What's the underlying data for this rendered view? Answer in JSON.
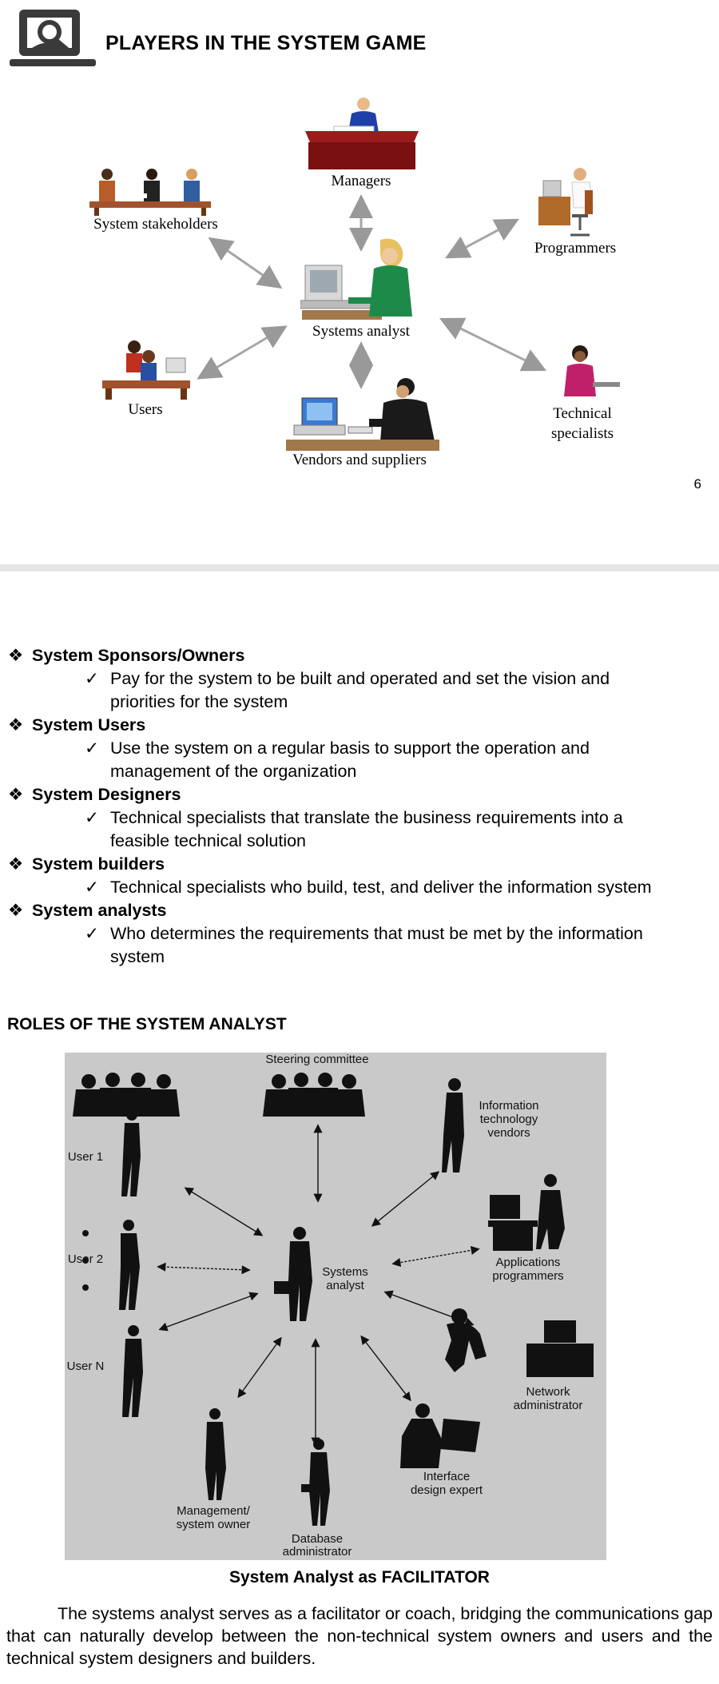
{
  "slide1": {
    "title": "PLAYERS IN THE SYSTEM GAME",
    "page_number": "6",
    "icon": "magnifier-document-icon",
    "labels": {
      "managers": "Managers",
      "stakeholders": "System stakeholders",
      "programmers": "Programmers",
      "analyst": "Systems analyst",
      "users": "Users",
      "technical1": "Technical",
      "technical2": "specialists",
      "vendors": "Vendors and suppliers"
    }
  },
  "list": [
    {
      "title": "System Sponsors/Owners",
      "lines": [
        "Pay for the system to be built and operated and set the vision and",
        "priorities for the system"
      ]
    },
    {
      "title": "System Users",
      "lines": [
        "Use the system on a regular basis to support the operation and",
        "management of the organization"
      ]
    },
    {
      "title": "System Designers",
      "lines": [
        "Technical specialists that translate the business requirements into a",
        "feasible technical solution"
      ]
    },
    {
      "title": "System builders",
      "lines": [
        "Technical specialists who build, test, and deliver the information system"
      ]
    },
    {
      "title": "System analysts",
      "lines": [
        "Who determines the requirements that must be met by the information",
        "system"
      ]
    }
  ],
  "roles": {
    "title": "ROLES OF THE SYSTEM ANALYST",
    "steering": "Steering committee",
    "itv1": "Information",
    "itv2": "technology",
    "itv3": "vendors",
    "user1": "User 1",
    "user2": "User 2",
    "usern": "User N",
    "analyst1": "Systems",
    "analyst2": "analyst",
    "app1": "Applications",
    "app2": "programmers",
    "net1": "Network",
    "net2": "administrator",
    "iface1": "Interface",
    "iface2": "design expert",
    "mgmt1": "Management/",
    "mgmt2": "system owner",
    "db1": "Database",
    "db2": "administrator"
  },
  "caption": "System Analyst as FACILITATOR",
  "paragraph": "The systems analyst serves as a facilitator or coach, bridging the communications gap that can naturally develop between the non-technical system owners and users and the technical system designers and builders.",
  "colors": {
    "desk": "#8b1a1a",
    "analyst_jacket": "#1e8a4a",
    "figure_bg": "#c9c9c9",
    "silhouette": "#111111"
  }
}
